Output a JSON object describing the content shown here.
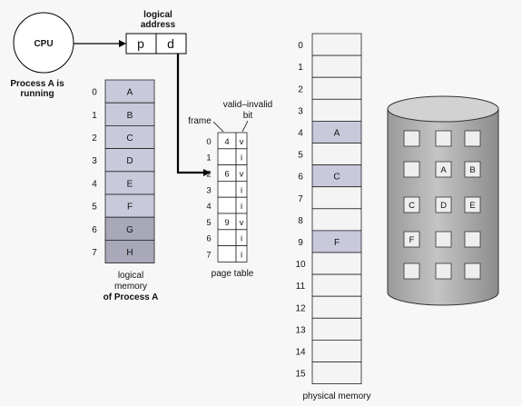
{
  "cpu": {
    "label": "CPU",
    "status_line1": "Process A is",
    "status_line2": "running"
  },
  "logical_address": {
    "title_line1": "logical",
    "title_line2": "address",
    "page_field": "p",
    "offset_field": "d"
  },
  "logical_memory": {
    "indices": [
      "0",
      "1",
      "2",
      "3",
      "4",
      "5",
      "6",
      "7"
    ],
    "pages": [
      "A",
      "B",
      "C",
      "D",
      "E",
      "F",
      "G",
      "H"
    ],
    "shaded": [
      false,
      false,
      false,
      false,
      false,
      false,
      true,
      true
    ],
    "caption_line1": "logical",
    "caption_line2": "memory",
    "caption_line3": "of Process A"
  },
  "page_table": {
    "header_frame": "frame",
    "header_valid_line1": "valid–invalid",
    "header_valid_line2": "bit",
    "indices": [
      "0",
      "1",
      "2",
      "3",
      "4",
      "5",
      "6",
      "7"
    ],
    "frames": [
      "4",
      "",
      "6",
      "",
      "",
      "9",
      "",
      ""
    ],
    "bits": [
      "v",
      "i",
      "v",
      "i",
      "i",
      "v",
      "i",
      "i"
    ],
    "caption": "page table"
  },
  "physical_memory": {
    "indices": [
      "0",
      "1",
      "2",
      "3",
      "4",
      "5",
      "6",
      "7",
      "8",
      "9",
      "10",
      "11",
      "12",
      "13",
      "14",
      "15"
    ],
    "contents": [
      "",
      "",
      "",
      "",
      "A",
      "",
      "C",
      "",
      "",
      "F",
      "",
      "",
      "",
      "",
      "",
      ""
    ],
    "caption": "physical memory"
  },
  "disk": {
    "grid": [
      [
        "",
        "",
        ""
      ],
      [
        "",
        "A",
        "B"
      ],
      [
        "C",
        "D",
        "E"
      ],
      [
        "F",
        "",
        ""
      ],
      [
        "",
        "",
        ""
      ]
    ]
  },
  "colors": {
    "page_fill": "#c9c9dc",
    "page_shaded": "#a8a8b8",
    "frame_used": "#c9c9dc",
    "frame_empty": "#f4f4f4",
    "disk_body": "#b4b4b4",
    "disk_top": "#cfcfcf"
  }
}
